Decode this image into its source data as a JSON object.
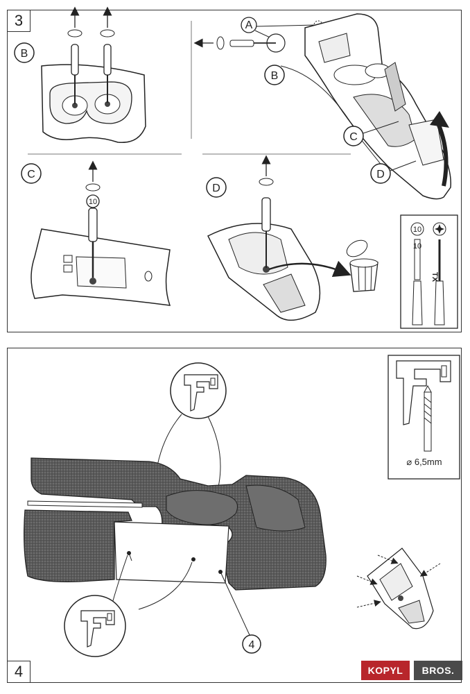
{
  "steps": {
    "step3": "3",
    "step4": "4"
  },
  "callouts": {
    "A": "A",
    "B": "B",
    "C": "C",
    "D": "D"
  },
  "tools": {
    "socket_size": "10",
    "torx_label": "TX",
    "drill_diameter": "⌀ 6,5mm",
    "item_number": "4"
  },
  "logo": {
    "part1": "KOPYL",
    "part2": "BROS."
  },
  "colors": {
    "line": "#222222",
    "fill_dark": "#555555",
    "logo_red": "#b8262b",
    "logo_gray": "#4a4a4a"
  }
}
